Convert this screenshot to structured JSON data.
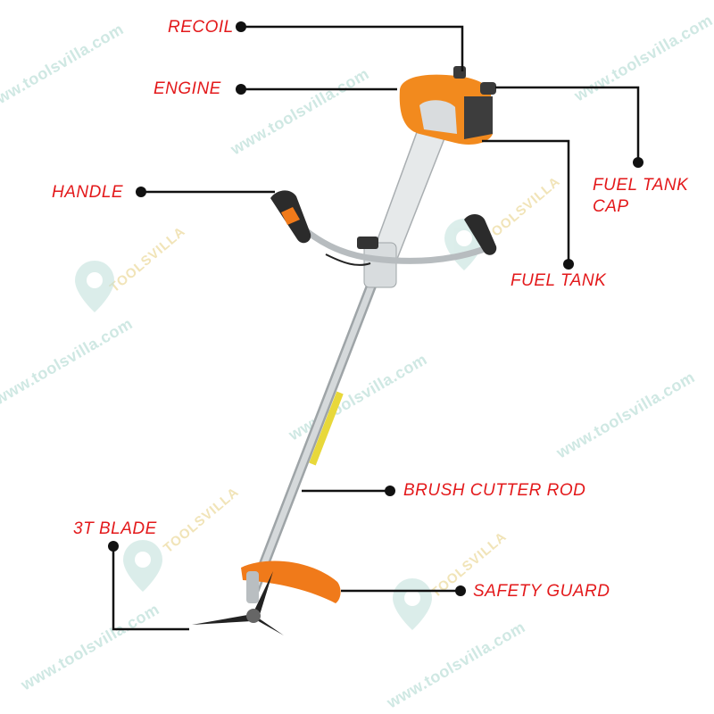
{
  "labels": {
    "recoil": "RECOIL",
    "engine": "ENGINE",
    "handle": "HANDLE",
    "fuel_tank_cap_line1": "FUEL  TANK",
    "fuel_tank_cap_line2": "CAP",
    "fuel_tank": "FUEL  TANK",
    "brush_cutter_rod": "BRUSH  CUTTER  ROD",
    "blade": "3T BLADE",
    "safety_guard": "SAFETY  GUARD"
  },
  "watermark": {
    "site": "www.toolsvilla.com",
    "brand": "TOOLSVILLA"
  },
  "colors": {
    "label": "#e3191b",
    "leader": "#111111",
    "engine_orange": "#f28a1e",
    "guard_orange": "#f07a1a",
    "shaft_gray": "#bfc4c6",
    "watermark": "#cfe8e3"
  }
}
